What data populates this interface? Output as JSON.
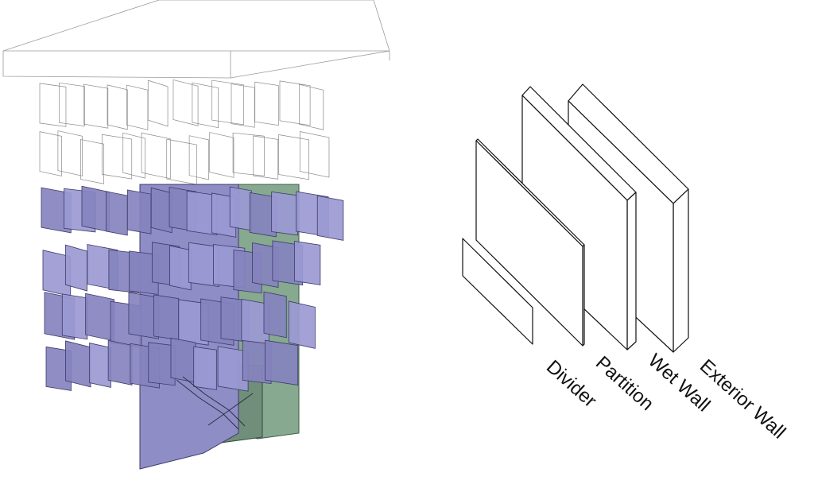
{
  "labels": {
    "divider": "Divider",
    "partition": "Partition",
    "wet_wall": "Wet Wall",
    "exterior_wall": "Exterior Wall"
  },
  "colors": {
    "panel_fill": "#8f8dc6",
    "panel_edge": "#3c3a6a",
    "core_fill": "#86a98f",
    "wire": "#9a9a9a",
    "line": "#111111"
  }
}
